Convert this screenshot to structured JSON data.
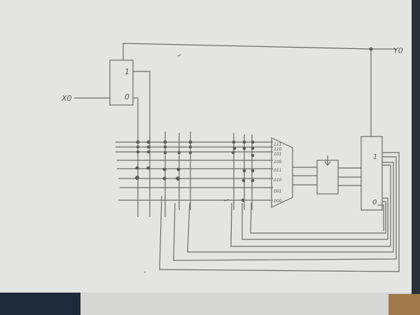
{
  "scene": {
    "description": "Photograph of a hand-drawn pencil logic circuit diagram on paper, rotated 90 degrees",
    "colors": {
      "paper": "#e4e4e2",
      "pencil": "#5e5e5e",
      "desk_dark": "#1c2a3a",
      "desk_wood": "#a07a4a"
    }
  },
  "diagram": {
    "input_label": "X0",
    "output_label": "Y0",
    "flipflop_in": {
      "top_label": "1",
      "bottom_label": "0"
    },
    "flipflop_out": {
      "top_label": "1",
      "bottom_label": "0"
    },
    "decoder_labels": [
      "000",
      "001",
      "010",
      "011",
      "100",
      "101",
      "110",
      "111"
    ],
    "register_arrow": "clock-arrow"
  }
}
